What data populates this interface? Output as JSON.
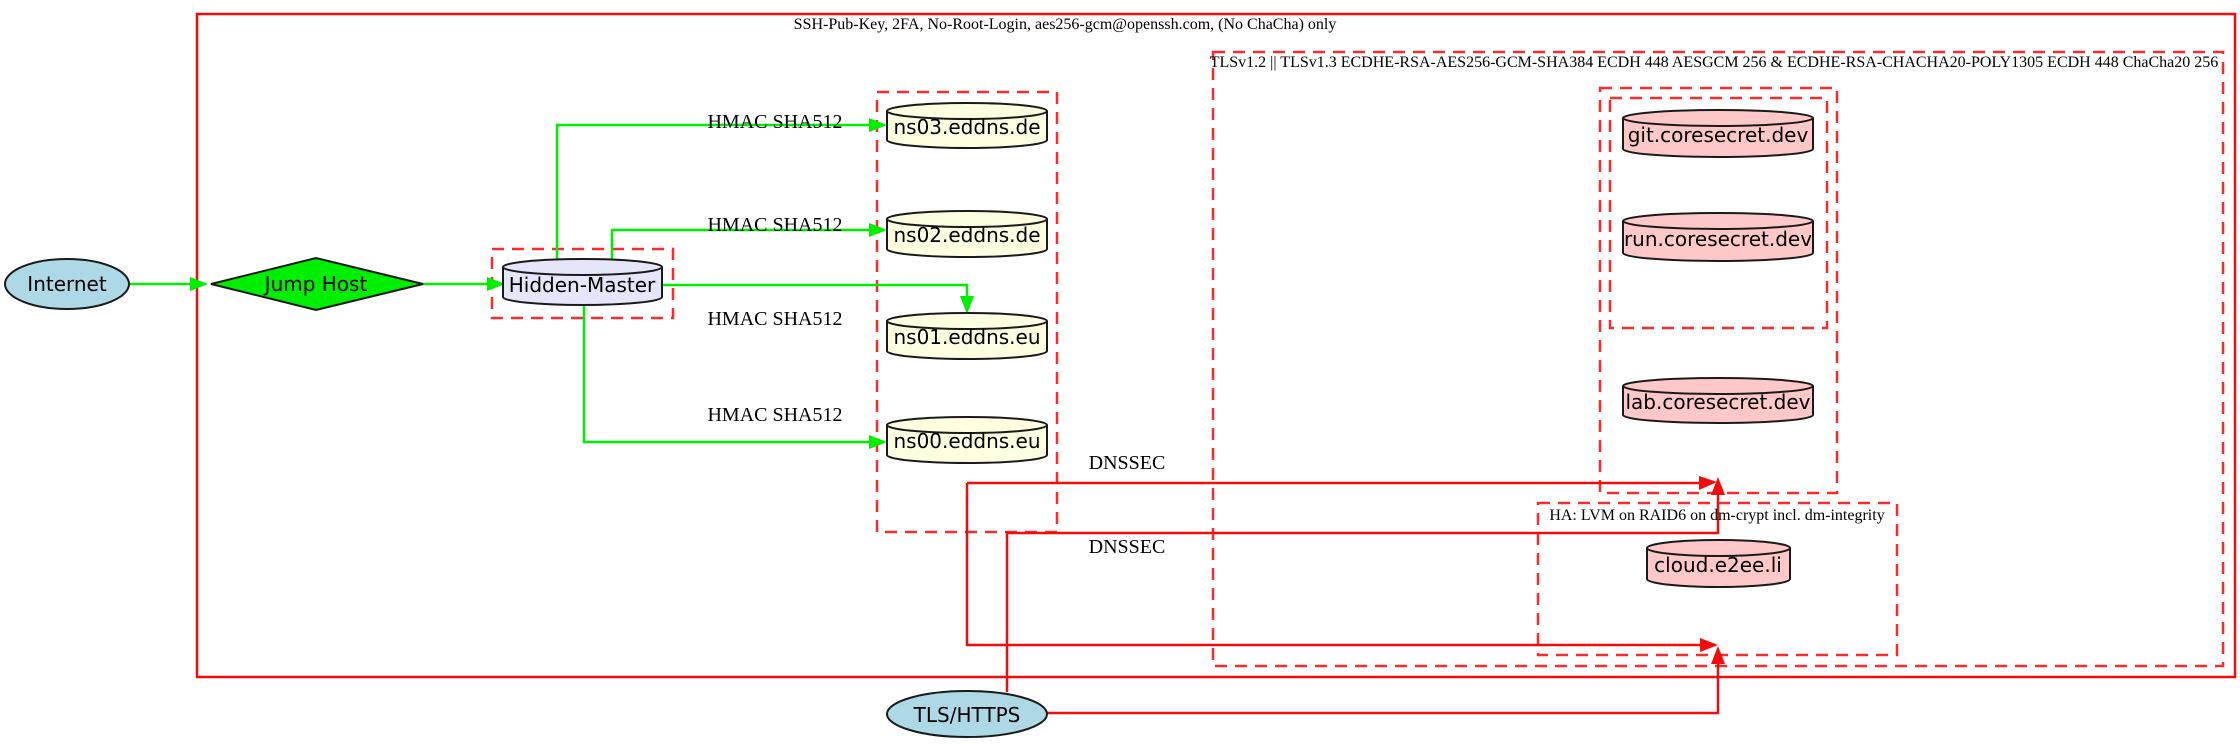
{
  "clusters": {
    "ssh_policy": {
      "label": "SSH-Pub-Key, 2FA, No-Root-Login, aes256-gcm@openssh.com, (No ChaCha) only",
      "border_color": "#f40b0b",
      "border_style": "solid"
    },
    "tls_policy": {
      "label": "TLSv1.2 || TLSv1.3 ECDHE-RSA-AES256-GCM-SHA384 ECDH 448 AESGCM 256 & ECDHE-RSA-CHACHA20-POLY1305 ECDH 448 ChaCha20 256",
      "border_color": "#f82c2c",
      "border_style": "dashed"
    },
    "ha_storage": {
      "label": "HA: LVM on RAID6 on dm-crypt incl. dm-integrity",
      "border_color": "#f82c2c",
      "border_style": "dashed"
    }
  },
  "nodes": {
    "internet": {
      "label": "Internet",
      "shape": "ellipse",
      "fill": "#add8e6"
    },
    "jump_host": {
      "label": "Jump Host",
      "shape": "diamond",
      "fill": "#00ee00"
    },
    "hidden_master": {
      "label": "Hidden-Master",
      "shape": "cylinder",
      "fill": "#e6e6fa"
    },
    "ns03": {
      "label": "ns03.eddns.de",
      "shape": "cylinder",
      "fill": "#fffee0"
    },
    "ns02": {
      "label": "ns02.eddns.de",
      "shape": "cylinder",
      "fill": "#fffee0"
    },
    "ns01": {
      "label": "ns01.eddns.eu",
      "shape": "cylinder",
      "fill": "#fffee0"
    },
    "ns00": {
      "label": "ns00.eddns.eu",
      "shape": "cylinder",
      "fill": "#fffee0"
    },
    "git": {
      "label": "git.coresecret.dev",
      "shape": "cylinder",
      "fill": "#ffc8c8"
    },
    "run": {
      "label": "run.coresecret.dev",
      "shape": "cylinder",
      "fill": "#ffc8c8"
    },
    "lab": {
      "label": "lab.coresecret.dev",
      "shape": "cylinder",
      "fill": "#ffc8c8"
    },
    "cloud": {
      "label": "cloud.e2ee.li",
      "shape": "cylinder",
      "fill": "#ffc8c8"
    },
    "tls_https": {
      "label": "TLS/HTTPS",
      "shape": "ellipse",
      "fill": "#add8e6"
    }
  },
  "edges": {
    "hmac_ns03": {
      "label": "HMAC SHA512",
      "color": "#00ee00"
    },
    "hmac_ns02": {
      "label": "HMAC SHA512",
      "color": "#00ee00"
    },
    "hmac_ns01": {
      "label": "HMAC SHA512",
      "color": "#00ee00"
    },
    "hmac_ns00": {
      "label": "HMAC SHA512",
      "color": "#00ee00"
    },
    "dnssec_upper": {
      "label": "DNSSEC",
      "color": "#f40b0b"
    },
    "dnssec_lower": {
      "label": "DNSSEC",
      "color": "#f40b0b"
    }
  },
  "colors": {
    "edge_green": "#00ee00",
    "edge_red": "#f40b0b",
    "node_stroke": "#1a1a1a",
    "background": "#ffffff"
  }
}
